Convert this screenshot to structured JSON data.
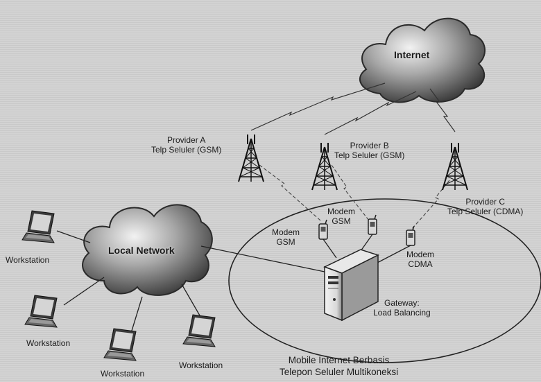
{
  "clouds": {
    "internet": "Internet",
    "local_network": "Local Network"
  },
  "providers": [
    {
      "line1": "Provider A",
      "line2": "Telp Seluler (GSM)"
    },
    {
      "line1": "Provider B",
      "line2": "Telp Seluler (GSM)"
    },
    {
      "line1": "Provider C",
      "line2": "Telp Seluler (CDMA)"
    }
  ],
  "modems": [
    {
      "line1": "Modem",
      "line2": "GSM"
    },
    {
      "line1": "Modem",
      "line2": "GSM"
    },
    {
      "line1": "Modem",
      "line2": "CDMA"
    }
  ],
  "gateway": {
    "line1": "Gateway:",
    "line2": "Load Balancing"
  },
  "workstations": [
    "Workstation",
    "Workstation",
    "Workstation",
    "Workstation"
  ],
  "caption": {
    "line1": "Mobile Internet Berbasis",
    "line2": "Telepon Seluler Multikoneksi"
  },
  "icons": [
    "cloud-icon",
    "radio-tower-icon",
    "modem-icon",
    "server-icon",
    "laptop-icon",
    "wireless-link-icon"
  ]
}
